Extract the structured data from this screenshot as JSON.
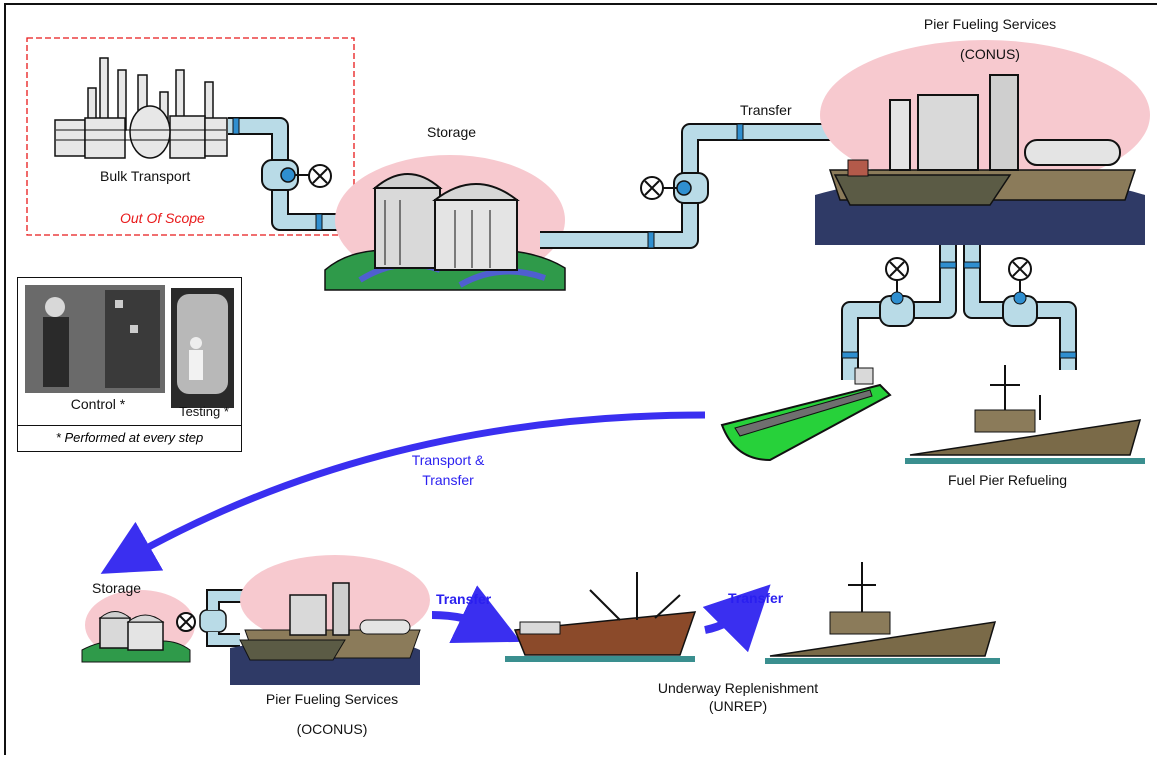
{
  "labels": {
    "bulk_transport": "Bulk Transport",
    "out_of_scope": "Out Of Scope",
    "storage_top": "Storage",
    "transfer_top": "Transfer",
    "pier_conus_title": "Pier Fueling Services",
    "pier_conus_sub": "(CONUS)",
    "fuel_pier_refueling": "Fuel Pier Refueling",
    "transport_transfer_line1": "Transport &",
    "transport_transfer_line2": "Transfer",
    "storage_bottom": "Storage",
    "transfer_bottom_1": "Transfer",
    "transfer_bottom_2": "Transfer",
    "pier_oconus_title": "Pier Fueling Services",
    "pier_oconus_sub": "(OCONUS)",
    "unrep_title": "Underway Replenishment",
    "unrep_sub": "(UNREP)"
  },
  "legend": {
    "control": "Control *",
    "testing": "Testing *",
    "note": "* Performed at every step"
  },
  "colors": {
    "pipe": "#b9dbe7",
    "pipe_outline": "#1a1a1a",
    "flow_arrow": "#3a2ff0",
    "out_of_scope": "#e8191a",
    "cloud": "#f7c9cf",
    "water": "#2f3a66",
    "tanker_hull": "#27d13a"
  }
}
